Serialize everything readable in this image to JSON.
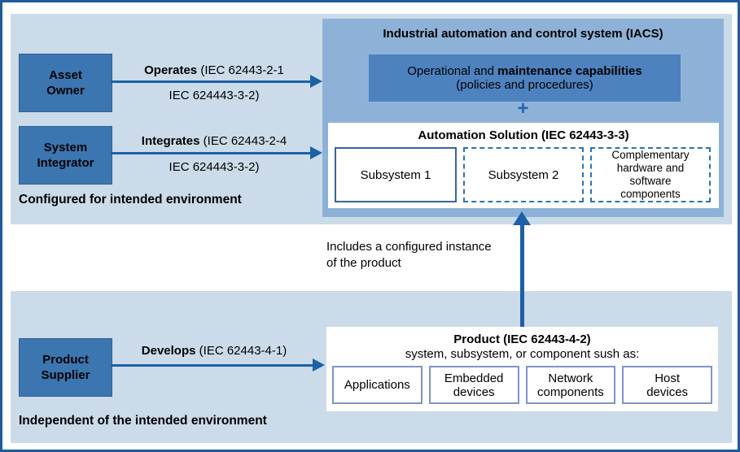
{
  "colors": {
    "frame_border": "#1d5a9b",
    "zone_panel_bg": "#cbdbe9",
    "iacs_bg": "#8eb2d7",
    "ops_capabilities_bg": "#4d82bf",
    "role_box_bg": "#3b76b1",
    "arrow_blue": "#1c60a7",
    "dashed_border_blue": "#2a72b8",
    "item_border_blue": "#7e95c8"
  },
  "top_zone": {
    "label": "Configured for intended environment",
    "asset_owner": "Asset\nOwner",
    "system_integrator": "System\nIntegrator"
  },
  "bottom_zone": {
    "label": "Independent of the intended environment",
    "product_supplier": "Product\nSupplier"
  },
  "arrows": {
    "operates": {
      "verb": "Operates",
      "ref": " (IEC 62443-2-1",
      "line2": "IEC 624443-3-2)"
    },
    "integrates": {
      "verb": "Integrates",
      "ref": " (IEC 62443-2-4",
      "line2": "IEC 624443-3-2)"
    },
    "develops": {
      "verb": "Develops",
      "ref": " (IEC 62443-4-1)"
    }
  },
  "iacs": {
    "title": "Industrial automation and control system (IACS)",
    "ops_line1_regular": "Operational and ",
    "ops_line1_bold": "maintenance capabilities",
    "ops_line2": "(policies and procedures)",
    "plus": "+",
    "automation": {
      "title": "Automation Solution (IEC 62443-3-3)",
      "subsystem1": "Subsystem 1",
      "subsystem2": "Subsystem 2",
      "complementary": "Complementary\nhardware and\nsoftware\ncomponents"
    }
  },
  "middle": {
    "includes_note": "Includes a configured instance\nof the product"
  },
  "product": {
    "title": "Product (IEC 62443-4-2)",
    "subtitle": "system, subsystem, or component sush as:",
    "items": [
      "Applications",
      "Embedded\ndevices",
      "Network\ncomponents",
      "Host\ndevices"
    ]
  }
}
